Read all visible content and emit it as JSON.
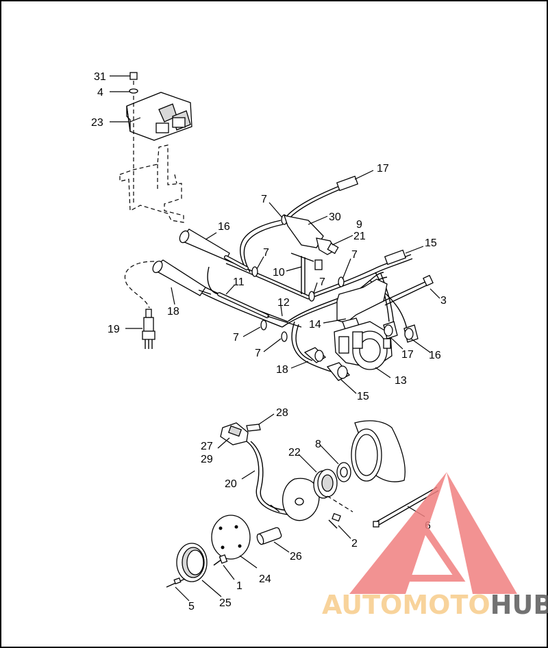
{
  "callouts": [
    {
      "id": "c31",
      "label": "31"
    },
    {
      "id": "c4",
      "label": "4"
    },
    {
      "id": "c23",
      "label": "23"
    },
    {
      "id": "c17a",
      "label": "17"
    },
    {
      "id": "c7a",
      "label": "7"
    },
    {
      "id": "c30",
      "label": "30"
    },
    {
      "id": "c9",
      "label": "9"
    },
    {
      "id": "c21",
      "label": "21"
    },
    {
      "id": "c16a",
      "label": "16"
    },
    {
      "id": "c15a",
      "label": "15"
    },
    {
      "id": "c7b",
      "label": "7"
    },
    {
      "id": "c10",
      "label": "10"
    },
    {
      "id": "c7c",
      "label": "7"
    },
    {
      "id": "c7d",
      "label": "7"
    },
    {
      "id": "c11",
      "label": "11"
    },
    {
      "id": "c3",
      "label": "3"
    },
    {
      "id": "c18a",
      "label": "18"
    },
    {
      "id": "c12",
      "label": "12"
    },
    {
      "id": "c14",
      "label": "14"
    },
    {
      "id": "c19",
      "label": "19"
    },
    {
      "id": "c7e",
      "label": "7"
    },
    {
      "id": "c7f",
      "label": "7"
    },
    {
      "id": "c17b",
      "label": "17"
    },
    {
      "id": "c16b",
      "label": "16"
    },
    {
      "id": "c18b",
      "label": "18"
    },
    {
      "id": "c13",
      "label": "13"
    },
    {
      "id": "c15b",
      "label": "15"
    },
    {
      "id": "c28",
      "label": "28"
    },
    {
      "id": "c27",
      "label": "27"
    },
    {
      "id": "c29",
      "label": "29"
    },
    {
      "id": "c22",
      "label": "22"
    },
    {
      "id": "c8",
      "label": "8"
    },
    {
      "id": "c20",
      "label": "20"
    },
    {
      "id": "c6",
      "label": "6"
    },
    {
      "id": "c2",
      "label": "2"
    },
    {
      "id": "c26",
      "label": "26"
    },
    {
      "id": "c24",
      "label": "24"
    },
    {
      "id": "c1",
      "label": "1"
    },
    {
      "id": "c5",
      "label": "5"
    },
    {
      "id": "c25",
      "label": "25"
    }
  ],
  "watermark": {
    "part1": "AUTO",
    "part2": "MOTO",
    "part3": "HUB",
    "color_light": "#f7cc8a",
    "color_red": "#f08080",
    "color_dark": "#5a5a5a"
  }
}
